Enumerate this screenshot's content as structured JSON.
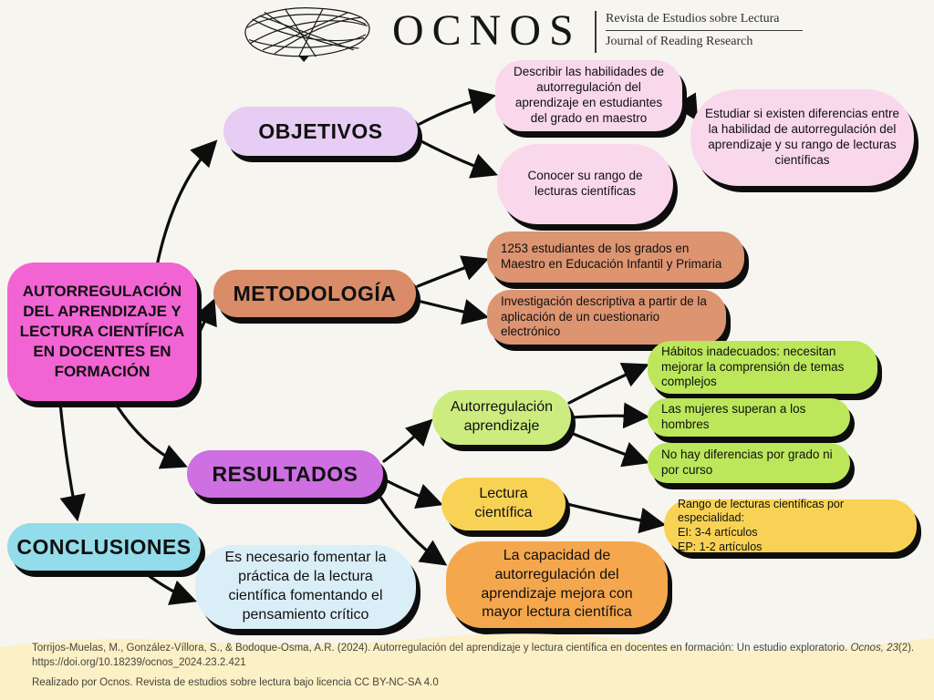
{
  "header": {
    "logo_text": "OCNOS",
    "journal_name_es": "Revista de Estudios sobre Lectura",
    "journal_name_en": "Journal of Reading Research"
  },
  "root": {
    "label": "AUTORREGULACIÓN DEL APRENDIZAJE Y LECTURA CIENTÍFICA EN DOCENTES EN FORMACIÓN"
  },
  "objetivos": {
    "label": "OBJETIVOS",
    "describir": "Describir las habilidades de autorregulación del aprendizaje en estudiantes del grado en maestro",
    "conocer": "Conocer su rango de lecturas científicas",
    "estudiar": "Estudiar si existen diferencias entre la habilidad de autorregulación del aprendizaje y su rango de lecturas científicas"
  },
  "metodologia": {
    "label": "METODOLOGÍA",
    "muestra": "1253 estudiantes de los grados en Maestro en Educación Infantil y Primaria",
    "diseno": "Investigación descriptiva a partir de la aplicación de un cuestionario electrónico"
  },
  "resultados": {
    "label": "RESULTADOS",
    "autorregulacion_label": "Autorregulación aprendizaje",
    "habitos": "Hábitos inadecuados: necesitan mejorar la comprensión de temas complejos",
    "mujeres": "Las mujeres superan a los hombres",
    "no_diferencias": "No hay diferencias por grado ni por curso",
    "lectura_label": "Lectura científica",
    "rango": "Rango de lecturas científicas por especialidad:\nEI: 3-4 artículos\nEP: 1-2 artículos",
    "capacidad": "La capacidad de autorregulación del aprendizaje mejora con mayor lectura científica"
  },
  "conclusiones": {
    "label": "CONCLUSIONES",
    "fomentar": "Es necesario fomentar la práctica de la lectura científica fomentando el pensamiento crítico"
  },
  "footer": {
    "citation_prefix": "Torrijos-Muelas, M., González-Víllora, S., & Bodoque-Osma, A.R. (2024). Autorregulación del aprendizaje y lectura científica en docentes en formación: Un estudio exploratorio. ",
    "citation_italic": "Ocnos, 23",
    "citation_suffix": "(2).",
    "doi": "https://doi.org/10.18239/ocnos_2024.23.2.421",
    "license": "Realizado por Ocnos. Revista de estudios sobre lectura bajo licencia CC BY-NC-SA 4.0"
  },
  "colors": {
    "canvas_bg": "#f7f5f0",
    "ink": "#0d0d0d",
    "root_bg": "#f264d3",
    "objetivos_bg": "#e7ccf4",
    "objetivos_item_bg": "#f9d8ec",
    "metodologia_bg": "#d98c67",
    "metodologia_item_bg": "#dd9471",
    "resultados_bg": "#ce6fe2",
    "green_bg": "#bce75a",
    "green_light_bg": "#ccec80",
    "yellow_bg": "#f8d254",
    "orange_bg": "#f5a74d",
    "conclusiones_bg": "#93dcea",
    "conclusiones_item_bg": "#daeef7",
    "footer_bg": "#fcf0c6"
  }
}
